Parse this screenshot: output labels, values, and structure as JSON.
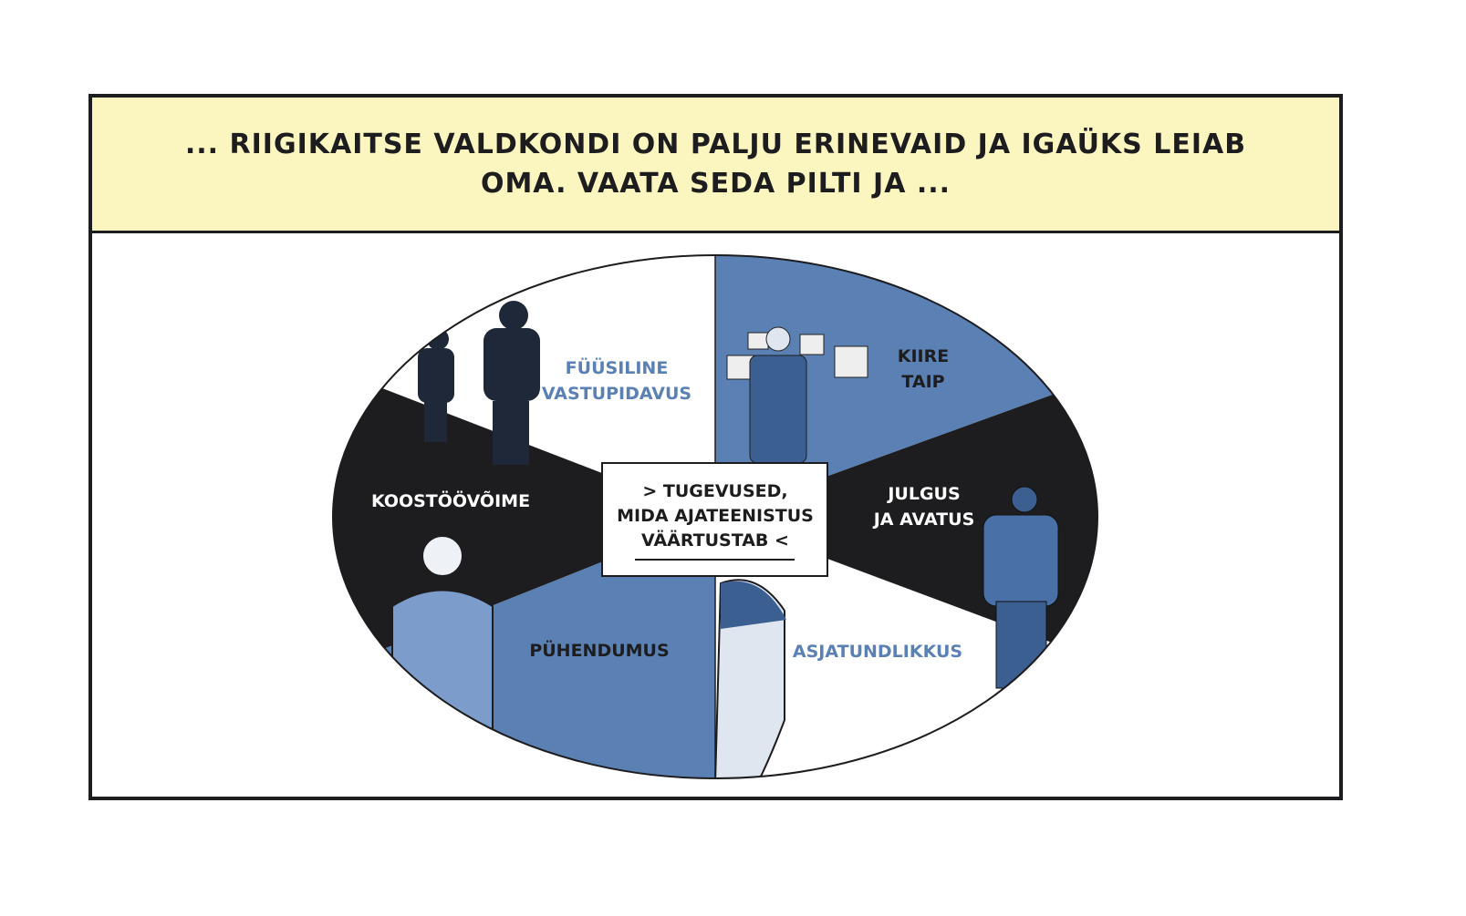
{
  "caption": {
    "line1": "...  RIIGIKAITSE VALDKONDI ON PALJU ERINEVAID JA IGAÜKS LEIAB",
    "line2": "OMA. VAATA SEDA PILTI JA  ..."
  },
  "center": {
    "line1": "> TUGEVUSED,",
    "line2": "MIDA AJATEENISTUS",
    "line3": "VÄÄRTUSTAB <"
  },
  "sectors": [
    {
      "label1": "FÜÜSILINE",
      "label2": "VASTUPIDAVUS",
      "color": "#4e78b0"
    },
    {
      "label1": "KIIRE",
      "label2": "TAIP",
      "color": "#1d1d1f"
    },
    {
      "label1": "JULGUS",
      "label2": "JA AVATUS",
      "color": "#ffffff"
    },
    {
      "label1": "ASJATUNDLIKKUS",
      "color": "#4e78b0"
    },
    {
      "label1": "PÜHENDUMUS",
      "color": "#1d1d1f"
    },
    {
      "label1": "KOOSTÖÖVÕIME",
      "color": "#ffffff"
    }
  ],
  "colors": {
    "blue": "#5a80b4",
    "black": "#1d1d1f",
    "caption_bg": "#fbf5c0"
  }
}
